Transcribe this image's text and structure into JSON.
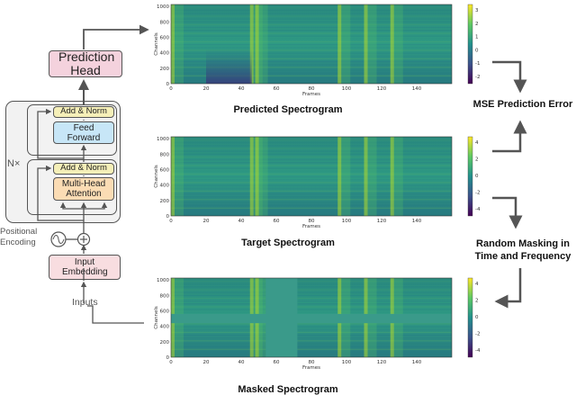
{
  "transformer": {
    "prediction_head": "Prediction Head",
    "add_norm": "Add & Norm",
    "feed_forward": "Feed Forward",
    "multi_head_attention": "Multi-Head Attention",
    "input_embedding": "Input Embedding",
    "nx": "N×",
    "positional_encoding": "Positional Encoding",
    "inputs": "Inputs"
  },
  "spectrograms": {
    "ylabel": "Channels",
    "xlabel": "Frames",
    "yticks": [
      "0",
      "200",
      "400",
      "600",
      "800",
      "1000"
    ],
    "xticks": [
      "0",
      "20",
      "40",
      "60",
      "80",
      "100",
      "120",
      "140"
    ],
    "predicted": {
      "title": "Predicted Spectrogram",
      "colorbar_ticks": [
        "3",
        "2",
        "1",
        "0",
        "-1",
        "-2"
      ]
    },
    "target": {
      "title": "Target Spectrogram",
      "colorbar_ticks": [
        "4",
        "2",
        "0",
        "-2",
        "-4"
      ]
    },
    "masked": {
      "title": "Masked Spectrogram",
      "colorbar_ticks": [
        "4",
        "2",
        "0",
        "-2",
        "-4"
      ]
    }
  },
  "flow": {
    "mse": "MSE Prediction Error",
    "masking": "Random Masking in Time and Frequency"
  },
  "colors": {
    "viridis_low": "#440154",
    "viridis_mid": "#21908d",
    "viridis_high": "#fde725",
    "masked_fill": "#3a9a8a"
  }
}
